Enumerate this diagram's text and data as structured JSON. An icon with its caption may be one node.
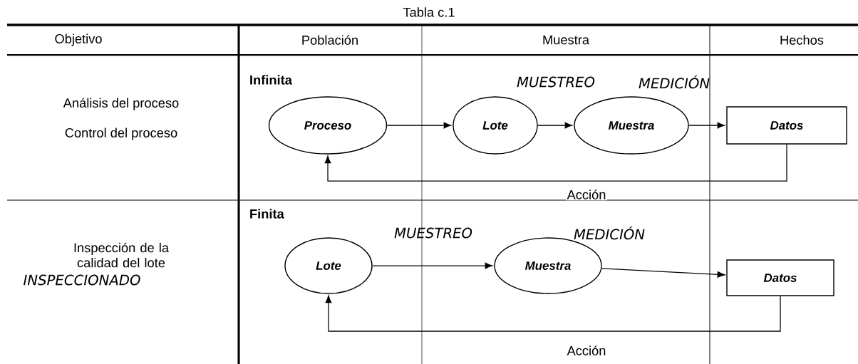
{
  "diagram": {
    "title": "Tabla c.1",
    "nodes": [
      {
        "text": [
          "Proceso"
        ]
      },
      {
        "text": [
          "Lote"
        ]
      },
      {
        "text": [
          "Muestra"
        ]
      },
      {
        "text": [
          "Datos"
        ]
      },
      {
        "text": [
          "Lote"
        ]
      },
      {
        "text": [
          "Muestra"
        ]
      },
      {
        "text": [
          "Datos"
        ]
      }
    ],
    "edges": [
      {
        "from": 0,
        "to": 1,
        "arrow": "to"
      },
      {
        "from": 1,
        "to": 2,
        "arrow": "to"
      },
      {
        "from": 2,
        "to": 3,
        "arrow": "to"
      },
      {
        "from": 3,
        "to": 0,
        "arrow": "to",
        "label": "Acción"
      },
      {
        "from": 4,
        "to": 5,
        "arrow": "to"
      },
      {
        "from": 5,
        "to": 6,
        "arrow": "to"
      },
      {
        "from": 6,
        "to": 4,
        "arrow": "to",
        "label": "Acción"
      }
    ],
    "labels": [
      "Objetivo",
      "Población",
      "Muestra",
      "Hechos",
      "Análisis del proceso",
      "Control del proceso",
      "Infinita",
      "MUESTREO",
      "MEDICIÓN",
      "Inspección de la calidad del lote",
      "INSPECCIONADO",
      "Finita",
      "MUESTREO",
      "MEDICIÓN"
    ]
  }
}
